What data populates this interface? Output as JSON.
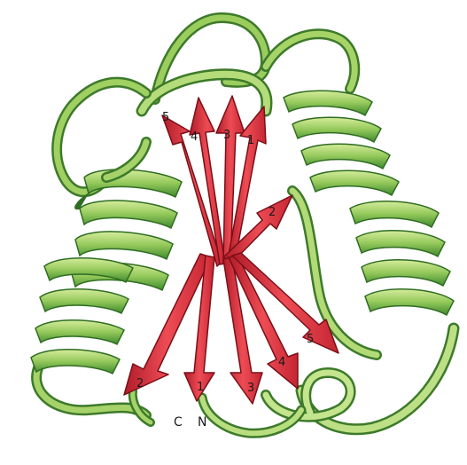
{
  "diagram": {
    "subject": "protein ribbon structure",
    "colors": {
      "helix_light": "#c9e28a",
      "helix_mid": "#8cc152",
      "helix_dark": "#3f8a2e",
      "coil": "#7fb84a",
      "coil_edge": "#3d7a2a",
      "strand": "#e23a44",
      "strand_dark": "#9a1420",
      "strand_light": "#f26a70"
    },
    "strand_labels_top": [
      "5",
      "4",
      "3",
      "1"
    ],
    "strand_label_right": "2",
    "strand_labels_bottom": [
      "2",
      "1",
      "3",
      "4",
      "5"
    ],
    "terminus_c": "C",
    "terminus_n": "N"
  }
}
